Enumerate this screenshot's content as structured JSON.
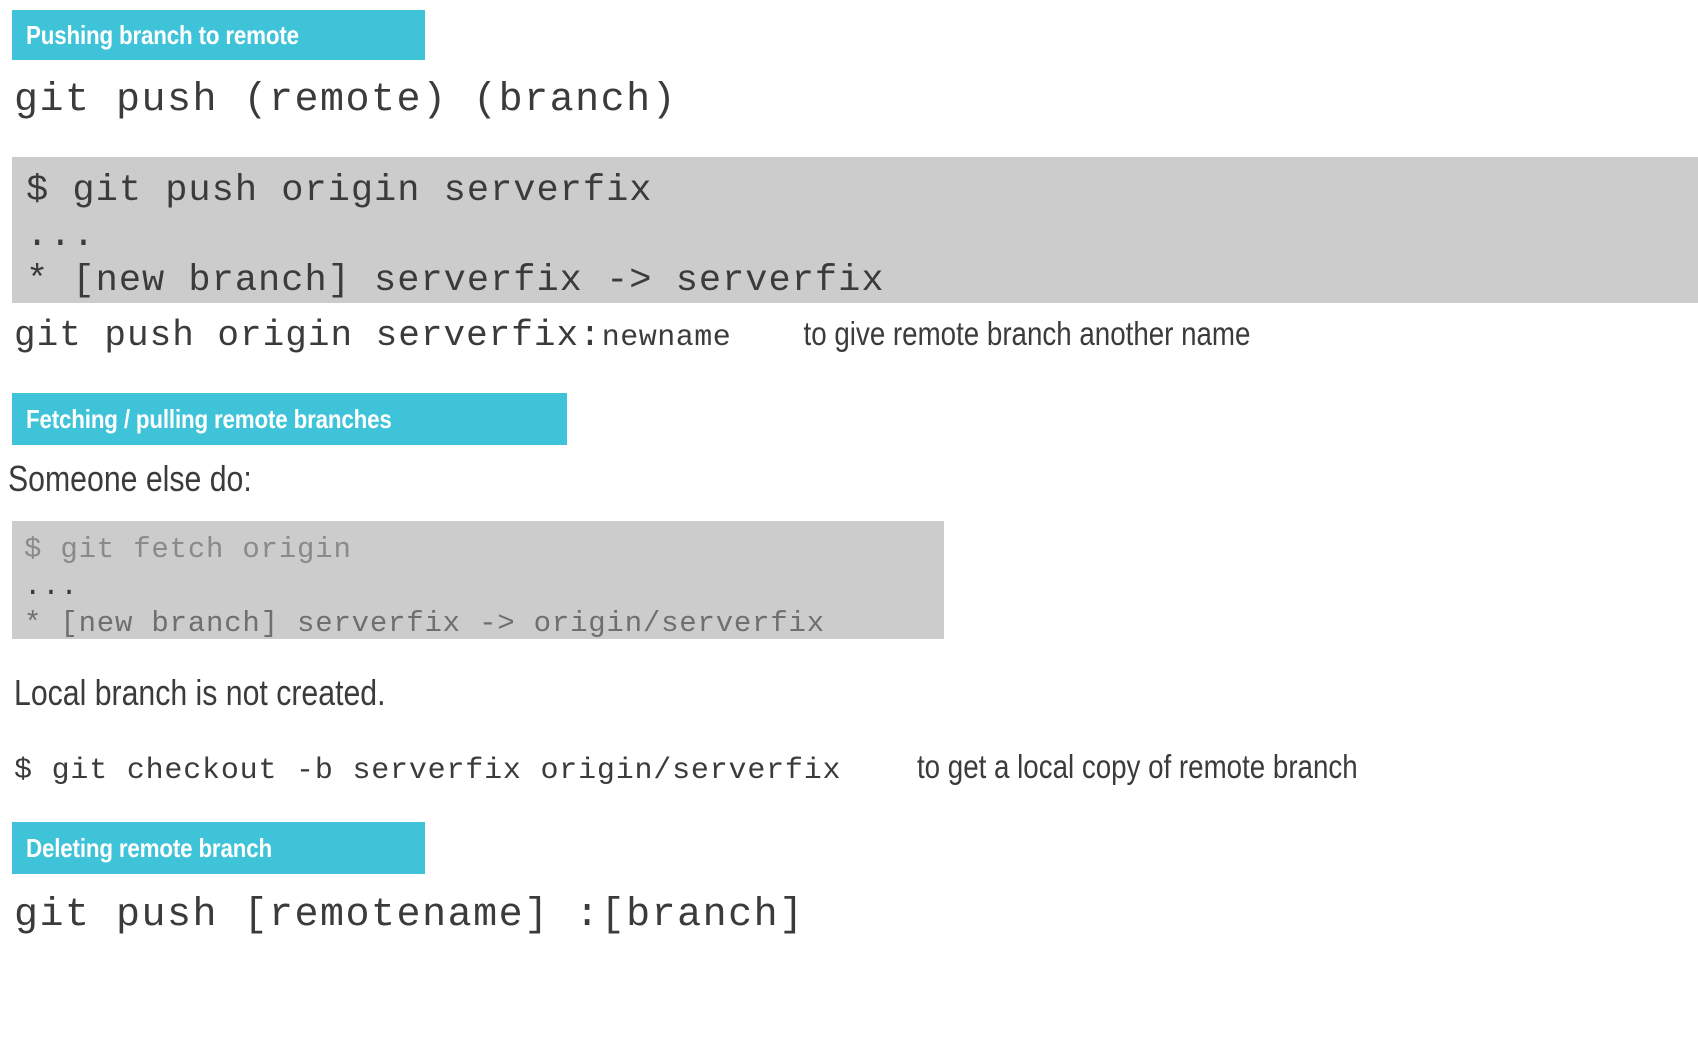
{
  "theme": {
    "accent": "#3fc3d8",
    "code_block_bg": "#cccccc",
    "text": "#3b3b3b",
    "page_bg": "#ffffff",
    "header_text": "#ffffff"
  },
  "sections": {
    "push": {
      "bar_label": "Pushing branch to remote",
      "syntax": "git push (remote) (branch)",
      "terminal": {
        "lines": [
          "$ git push origin serverfix",
          "...",
          "* [new branch] serverfix -> serverfix"
        ]
      },
      "rename": {
        "command_prefix": "git push origin serverfix:",
        "command_suffix": "newname",
        "note": "to give remote branch another name"
      }
    },
    "fetch": {
      "bar_label": "Fetching / pulling remote branches",
      "intro": "Someone else do:",
      "terminal": {
        "lines": [
          "$ git fetch origin",
          "...",
          "* [new branch] serverfix -> origin/serverfix"
        ]
      },
      "outcome": "Local branch is not created.",
      "checkout": {
        "command": "$ git checkout -b serverfix origin/serverfix",
        "note": "to get a local copy of remote branch"
      }
    },
    "delete": {
      "bar_label": "Deleting remote branch",
      "syntax": "git push [remotename] :[branch]"
    }
  }
}
